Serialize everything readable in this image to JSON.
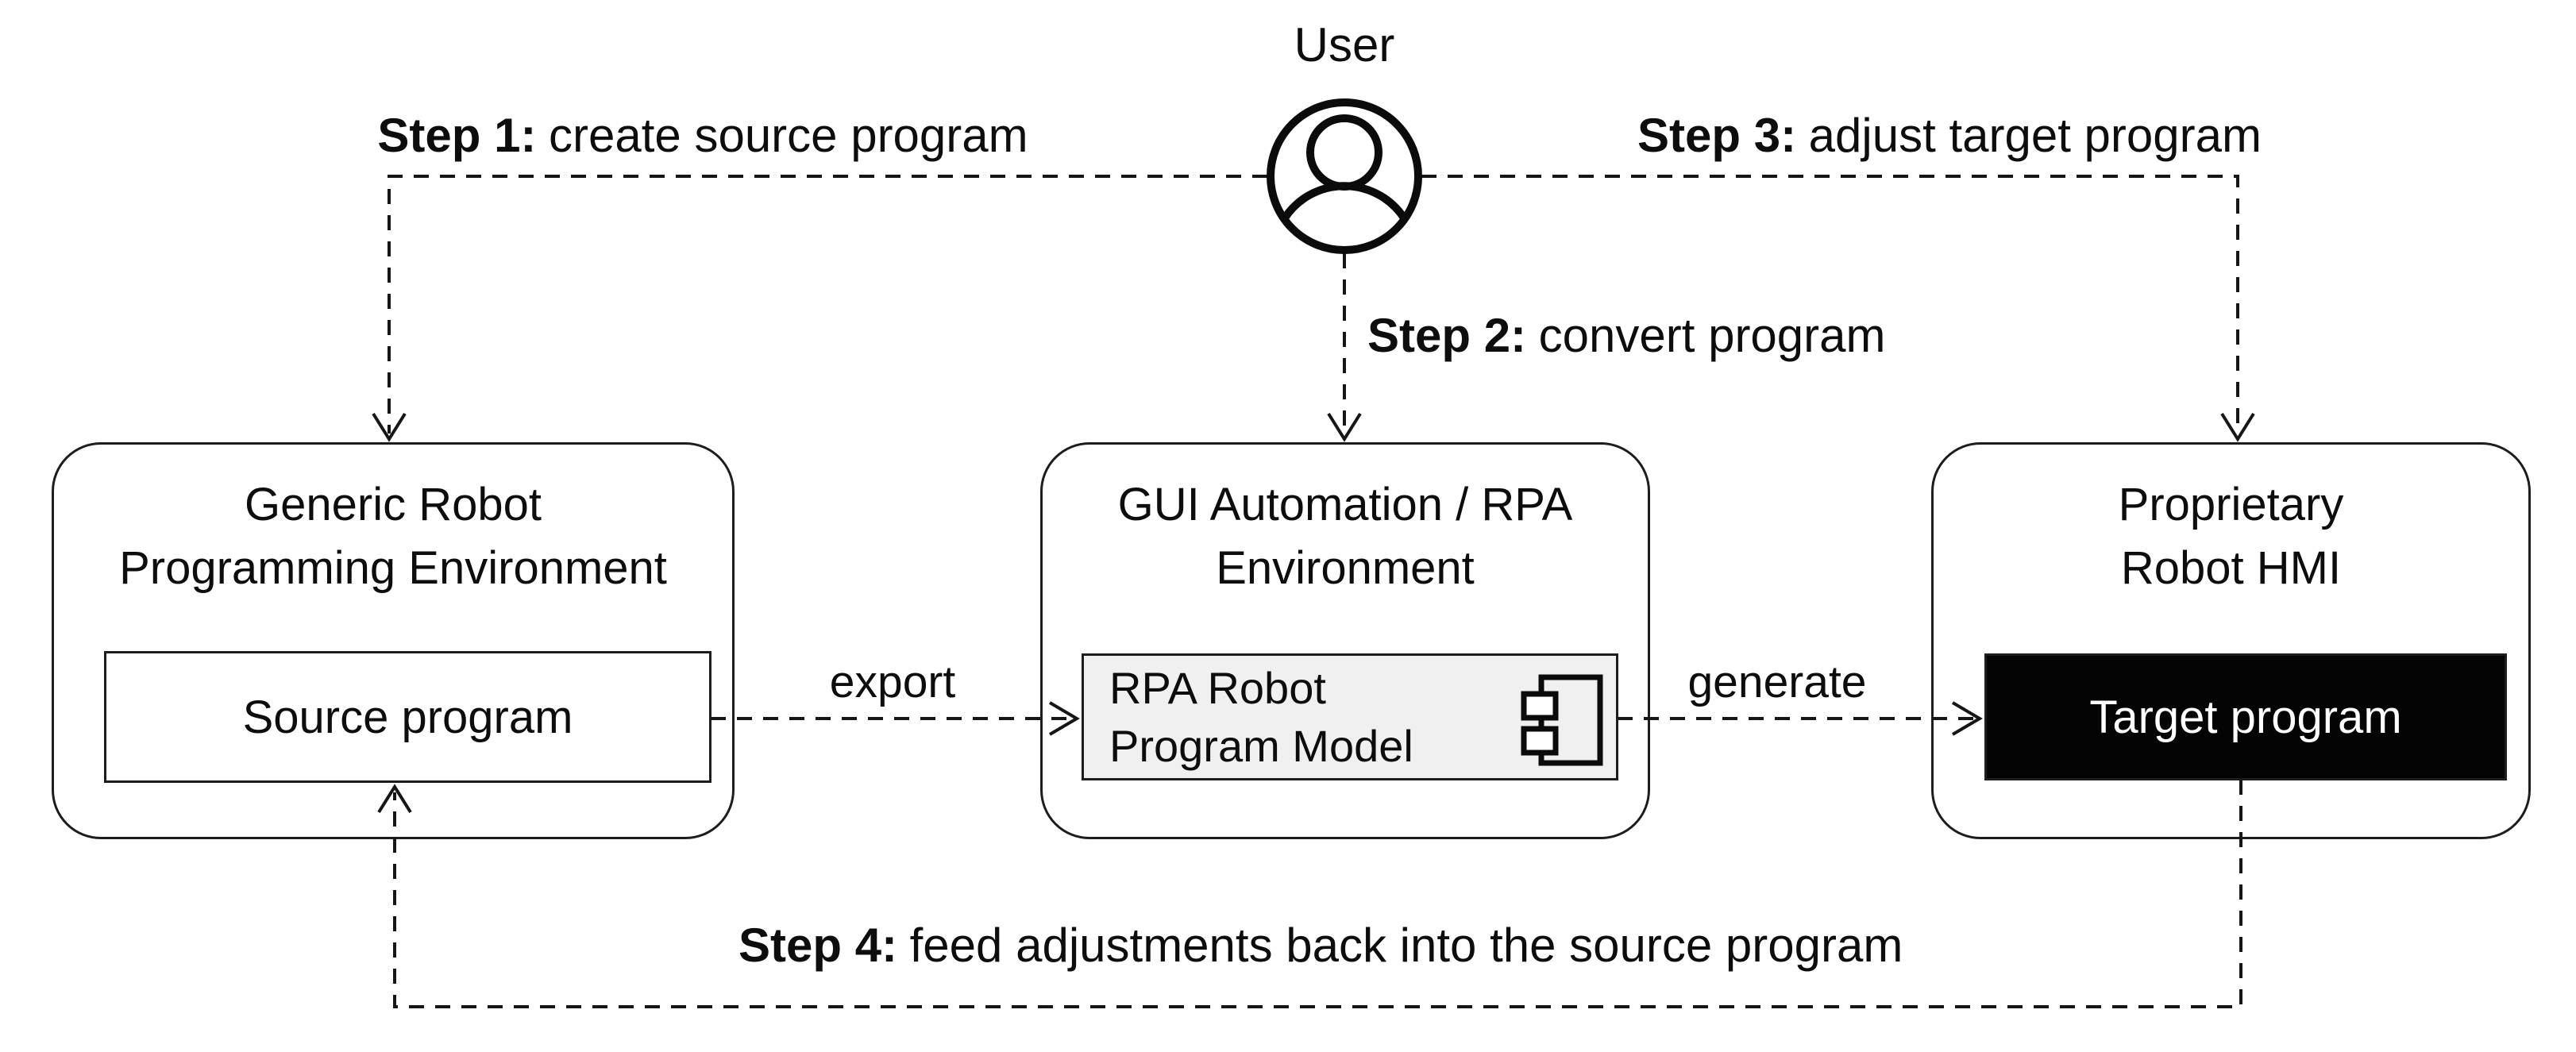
{
  "diagram": {
    "user": {
      "label": "User"
    },
    "steps": [
      {
        "prefix": "Step 1:",
        "label": "create source program"
      },
      {
        "prefix": "Step 2:",
        "label": "convert program"
      },
      {
        "prefix": "Step 3:",
        "label": "adjust target program"
      },
      {
        "prefix": "Step 4:",
        "label": "feed adjustments back into the source program"
      }
    ],
    "edges": [
      {
        "label": "export"
      },
      {
        "label": "generate"
      }
    ],
    "nodes": [
      {
        "title_line1": "Generic Robot",
        "title_line2": "Programming Environment",
        "child_label": "Source program"
      },
      {
        "title_line1": "GUI Automation / RPA",
        "title_line2": "Environment",
        "child_line1": "RPA Robot",
        "child_line2": "Program Model"
      },
      {
        "title_line1": "Proprietary",
        "title_line2": "Robot HMI",
        "child_label": "Target program"
      }
    ],
    "colors": {
      "line": "#161616",
      "box_border": "#1d1d1d",
      "model_fill": "#f0f0f0",
      "target_fill": "#040404",
      "target_text": "#ffffff",
      "background": "#ffffff"
    }
  }
}
